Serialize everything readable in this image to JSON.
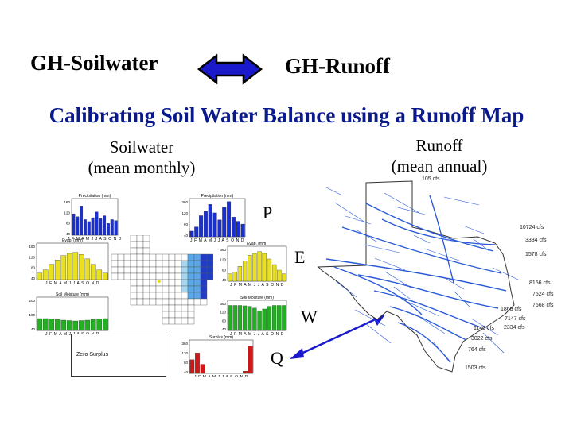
{
  "header": {
    "left_title": "GH-Soilwater",
    "right_title": "GH-Runoff",
    "subtitle": "Calibrating Soil Water Balance using a Runoff Map"
  },
  "labels": {
    "soilwater_line1": "Soilwater",
    "soilwater_line2": "(mean monthly)",
    "runoff_line1": "Runoff",
    "runoff_line2": "(mean annual)"
  },
  "variables": {
    "p": "P",
    "e": "E",
    "w": "W",
    "q": "Q"
  },
  "colors": {
    "subtitle": "#0a1a8c",
    "arrow": "#1a1acc",
    "precip": "#1a2fd0",
    "evap": "#e8e020",
    "soil": "#22b022",
    "surplus": "#d01818",
    "river": "#2a5ad8"
  },
  "mini_charts": {
    "months": "J F M A M J J A S O N D",
    "zero_surplus": "Zero Surplus",
    "precip_title": "Precipitation (mm)",
    "evap_title": "Evap. (mm)",
    "soil_title": "Soil Moisture (mm)",
    "surplus_title": "Surplus (mm)",
    "left_precip": [
      110,
      95,
      150,
      80,
      70,
      90,
      120,
      85,
      100,
      60,
      80,
      75
    ],
    "right_precip": [
      40,
      70,
      150,
      180,
      230,
      170,
      120,
      210,
      250,
      140,
      110,
      90
    ],
    "left_evap": [
      30,
      45,
      70,
      90,
      110,
      120,
      125,
      115,
      95,
      70,
      45,
      30
    ],
    "right_evap": [
      40,
      50,
      80,
      110,
      140,
      150,
      160,
      150,
      120,
      90,
      60,
      40
    ],
    "left_soil": [
      60,
      60,
      58,
      55,
      52,
      50,
      48,
      50,
      52,
      55,
      58,
      60
    ],
    "right_soil": [
      140,
      140,
      140,
      138,
      135,
      125,
      110,
      120,
      135,
      140,
      140,
      140
    ],
    "right_surplus": [
      60,
      90,
      40,
      0,
      0,
      0,
      0,
      0,
      0,
      0,
      10,
      120
    ],
    "axis_ticks_a": [
      "160",
      "120",
      "80",
      "40"
    ],
    "axis_ticks_b": [
      "360",
      "120",
      "80",
      "40"
    ],
    "axis_ticks_c": [
      "360",
      "120",
      "80",
      "40"
    ],
    "axis_ticks_soil": [
      "200",
      "100",
      "40"
    ]
  },
  "runoff_labels": [
    "105 cfs",
    "10724 cfs",
    "3334 cfs",
    "1578 cfs",
    "8156 cfs",
    "7524 cfs",
    "7668 cfs",
    "1868 cfs",
    "7147 cfs",
    "2334 cfs",
    "1140 cfs",
    "3022 cfs",
    "764 cfs",
    "1503 cfs"
  ]
}
